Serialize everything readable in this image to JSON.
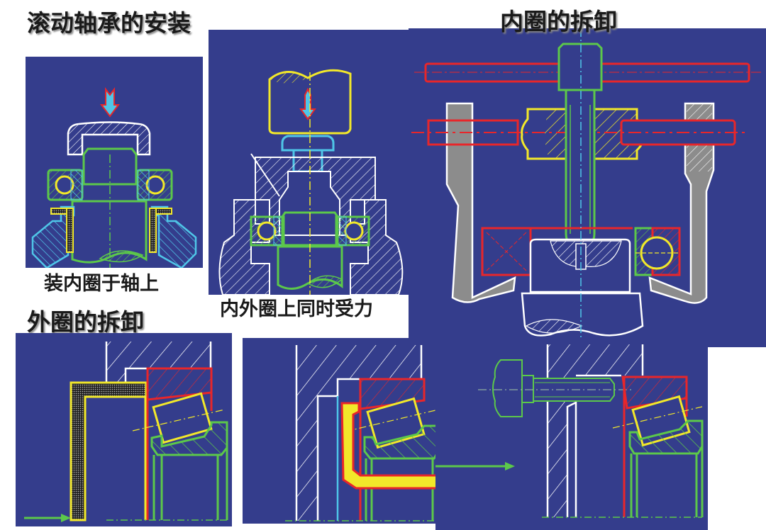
{
  "titles": {
    "main": "滚动轴承的安装",
    "inner_ring_removal": "内圈的拆卸",
    "outer_ring_removal": "外圈的拆卸"
  },
  "captions": {
    "mount_inner_on_shaft": "装内圈于轴上",
    "force_on_both_rings": "内外圈上同时受力"
  },
  "colors": {
    "panel_bg": "#343d8c",
    "outline_white": "#ffffff",
    "shaft_green": "#5cc84a",
    "ring_yellow": "#f2e82a",
    "puller_red": "#e8262a",
    "tool_cyan": "#4fc6e8",
    "puller_gray": "#8c8c8c"
  },
  "panels": [
    {
      "id": "install-inner",
      "label": "装内圈于轴上"
    },
    {
      "id": "install-both",
      "label": "内外圈上同时受力"
    },
    {
      "id": "remove-inner",
      "label": "内圈的拆卸"
    },
    {
      "id": "remove-outer-1",
      "label": "外圈的拆卸"
    },
    {
      "id": "remove-outer-2",
      "label": ""
    },
    {
      "id": "remove-outer-3",
      "label": ""
    }
  ]
}
